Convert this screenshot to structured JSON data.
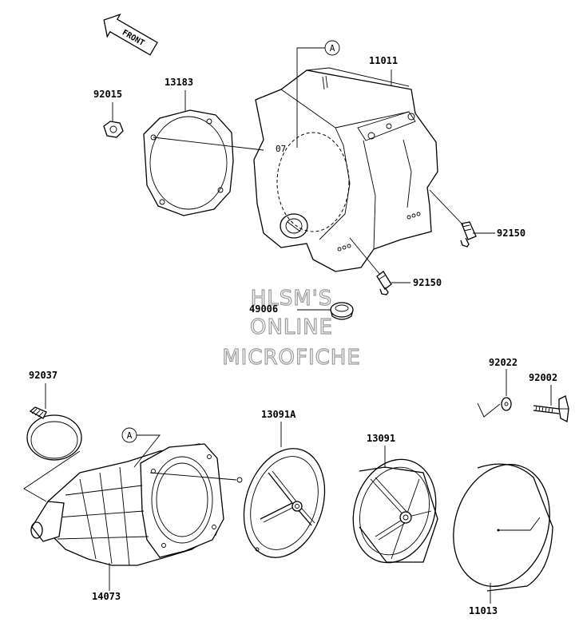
{
  "front_arrow": {
    "label": "FRONT"
  },
  "callouts": {
    "a_top": "A",
    "a_bottom": "A"
  },
  "parts": {
    "p11011": "11011",
    "p13183": "13183",
    "p92015": "92015",
    "p92150_right": "92150",
    "p92150_lower": "92150",
    "p49006": "49006",
    "p92037": "92037",
    "p92022": "92022",
    "p92002": "92002",
    "p13091A": "13091A",
    "p13091": "13091",
    "p14073": "14073",
    "p11013": "11013"
  },
  "watermark": {
    "line1": "HLSM'S",
    "line2": "ONLINE",
    "line3": "MICROFICHE",
    "color": "#9a9a9a"
  }
}
